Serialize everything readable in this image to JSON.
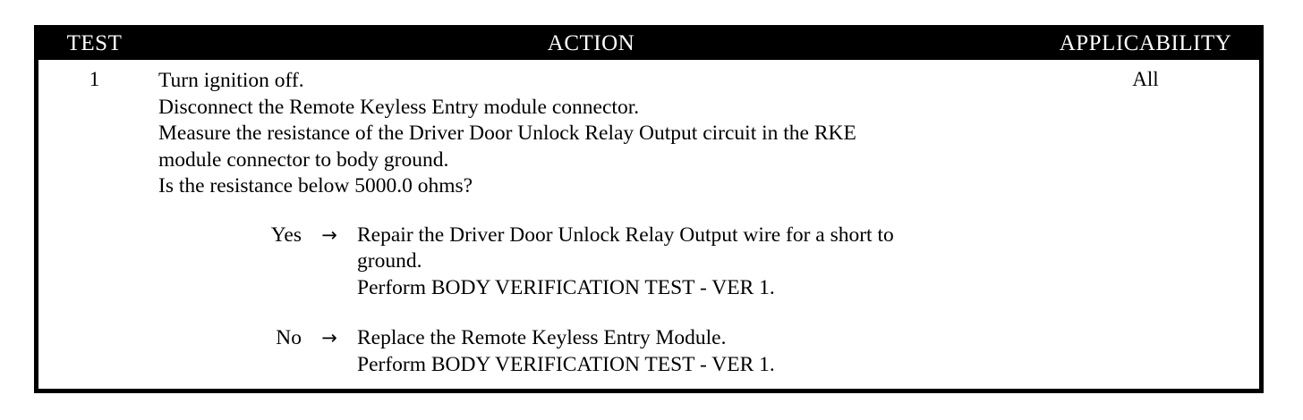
{
  "table": {
    "headers": {
      "test": "TEST",
      "action": "ACTION",
      "applicability": "APPLICABILITY"
    },
    "row": {
      "test_number": "1",
      "applicability": "All",
      "action_lines": [
        "Turn ignition off.",
        "Disconnect the Remote Keyless Entry module connector.",
        "Measure the resistance of the Driver Door Unlock Relay Output circuit in the RKE",
        "module connector to body ground.",
        "Is the resistance below 5000.0 ohms?"
      ],
      "branches": [
        {
          "label": "Yes",
          "arrow": "→",
          "lines": [
            "Repair the Driver Door Unlock Relay Output wire for a short to",
            "ground.",
            "Perform BODY VERIFICATION TEST - VER 1."
          ]
        },
        {
          "label": "No",
          "arrow": "→",
          "lines": [
            "Replace the Remote Keyless Entry Module.",
            "Perform BODY VERIFICATION TEST - VER 1."
          ]
        }
      ]
    }
  },
  "colors": {
    "header_background": "#000000",
    "header_text": "#ffffff",
    "border": "#000000",
    "page_background": "#ffffff",
    "body_text": "#000000"
  }
}
